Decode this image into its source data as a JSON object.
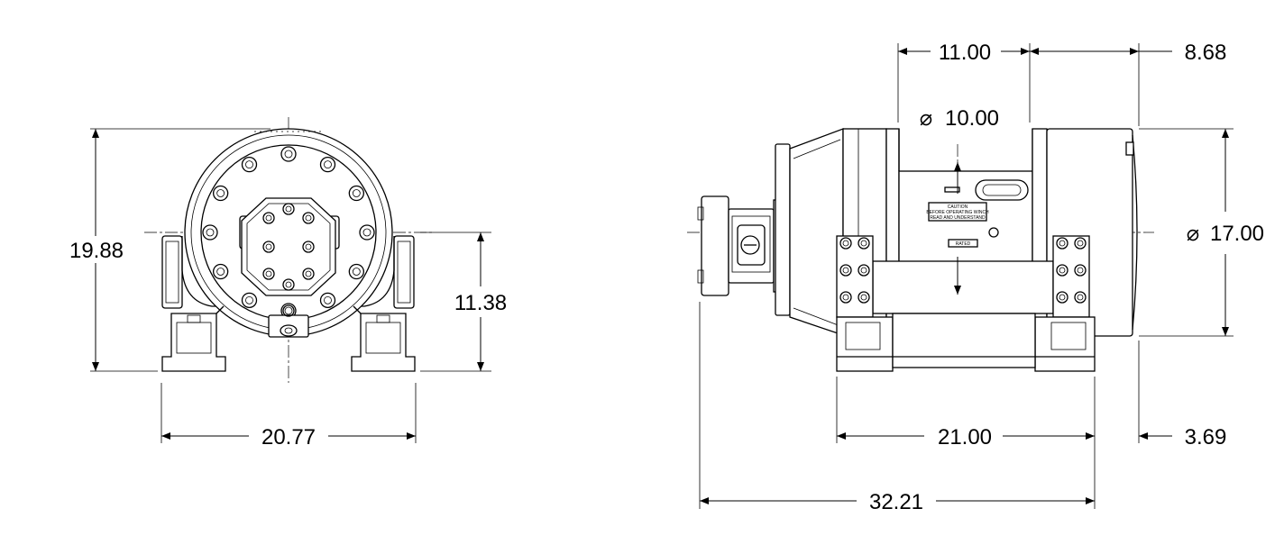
{
  "dimensions": {
    "front_height": "19.88",
    "front_center_height": "11.38",
    "front_width": "20.77",
    "side_drum_width": "11.00",
    "side_motor_offset": "8.68",
    "side_drum_diameter": "10.00",
    "side_flange_diameter": "17.00",
    "side_mount_width": "21.00",
    "side_overall_length": "32.21",
    "side_edge_offset": "3.69"
  },
  "symbols": {
    "diameter": "⌀"
  },
  "label_plate": {
    "line1": "CAUTION",
    "line2": "BEFORE OPERATING WINCH",
    "line3": "READ AND UNDERSTAND",
    "badge": "RATED"
  },
  "colors": {
    "line": "#000000",
    "background": "#ffffff"
  }
}
